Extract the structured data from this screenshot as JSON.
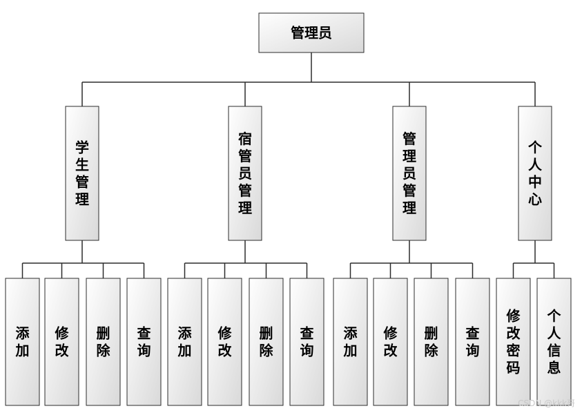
{
  "root": {
    "label": "管理员"
  },
  "modules": [
    {
      "label": "学生管理",
      "children": [
        "添加",
        "修改",
        "删除",
        "查询"
      ]
    },
    {
      "label": "宿管员管理",
      "children": [
        "添加",
        "修改",
        "删除",
        "查询"
      ]
    },
    {
      "label": "管理员管理",
      "children": [
        "添加",
        "修改",
        "删除",
        "查询"
      ]
    },
    {
      "label": "个人中心",
      "children": [
        "修改密码",
        "个人信息"
      ]
    }
  ],
  "watermark": "CSDN @kkk哥",
  "colors": {
    "box_light": "#ffffff",
    "box_dark": "#d9d9d9",
    "stroke": "#2b2b2b"
  }
}
